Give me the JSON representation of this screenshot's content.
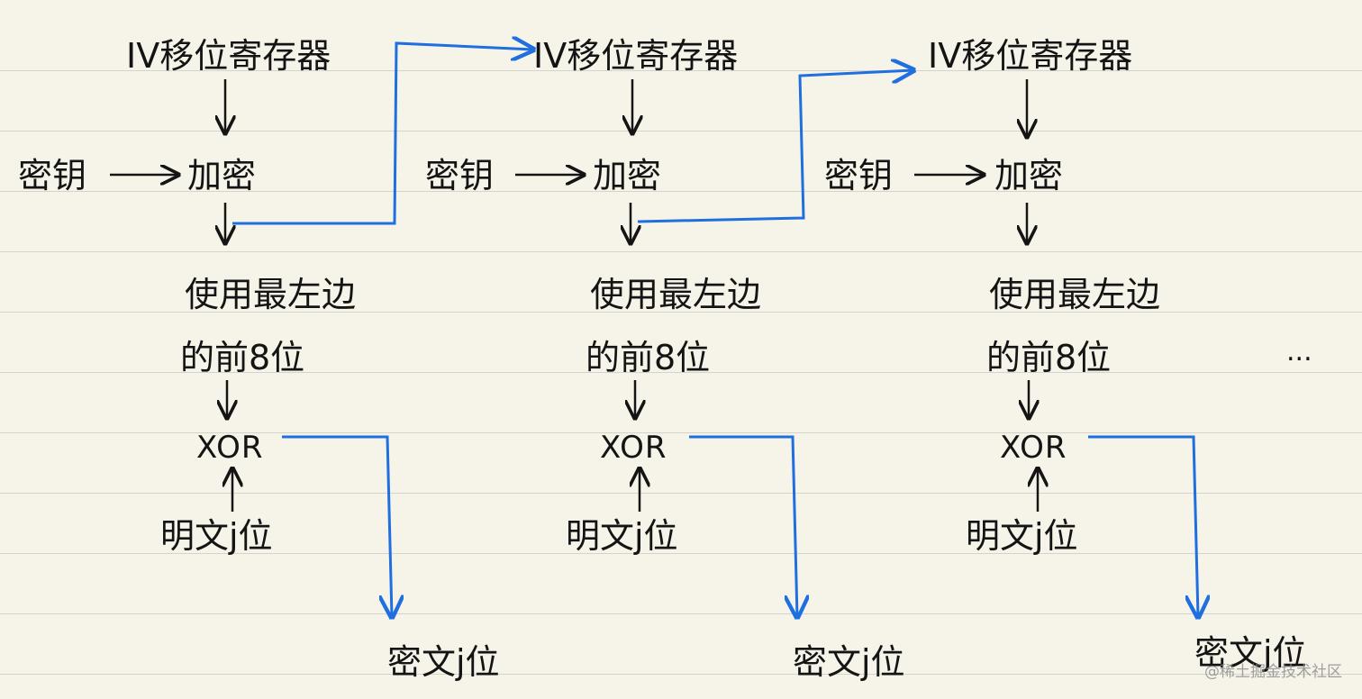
{
  "stages": [
    {
      "shift_register": "IV移位寄存器",
      "key": "密钥",
      "encrypt": "加密",
      "select_line1": "使用最左边",
      "select_line2": "的前8位",
      "xor": "XOR",
      "plaintext": "明文j位",
      "ciphertext": "密文j位"
    },
    {
      "shift_register": "IV移位寄存器",
      "key": "密钥",
      "encrypt": "加密",
      "select_line1": "使用最左边",
      "select_line2": "的前8位",
      "xor": "XOR",
      "plaintext": "明文j位",
      "ciphertext": "密文j位"
    },
    {
      "shift_register": "IV移位寄存器",
      "key": "密钥",
      "encrypt": "加密",
      "select_line1": "使用最左边",
      "select_line2": "的前8位",
      "xor": "XOR",
      "plaintext": "明文j位",
      "ciphertext": "密文j位"
    }
  ],
  "continuation": "...",
  "watermark": "@稀土掘金技术社区",
  "colors": {
    "paper": "#f6f3e8",
    "ink": "#141414",
    "flow_arrow": "#1f6fe0",
    "ruled_line": "#d6d3ca"
  }
}
